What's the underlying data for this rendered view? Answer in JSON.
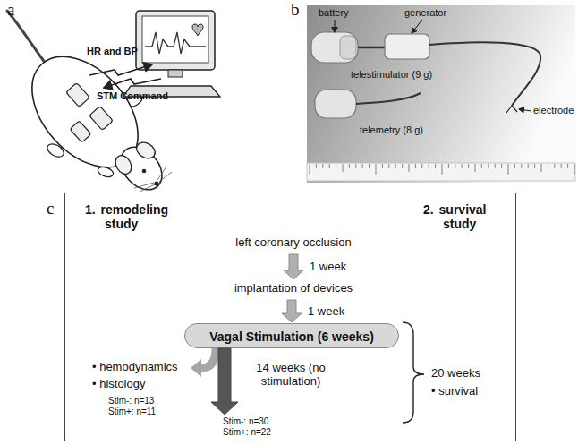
{
  "diagram": {
    "nodes": [
      {
        "text": [
          "1. remodeling study",
          "2. survival study"
        ]
      },
      {
        "text": [
          "left coronary occlusion"
        ],
        "in": 0
      },
      {
        "text": [
          "implantation of devices"
        ],
        "in": 0
      },
      {
        "text": [
          "Vagal Stimulation (6 weeks)"
        ],
        "in": 0
      },
      {
        "text": [
          "• hemodynamics",
          "• histology",
          "Stim-: n=13",
          "Stim+: n=11"
        ],
        "in": 0
      },
      {
        "text": [
          "Stim-: n=30",
          "Stim+: n=22"
        ],
        "in": 0
      }
    ],
    "edges": [
      {
        "from": 1,
        "to": 2,
        "label": "1 week",
        "arrow": "to"
      },
      {
        "from": 2,
        "to": 3,
        "label": "1 week",
        "arrow": "to"
      },
      {
        "from": 3,
        "to": 4,
        "arrow": "to"
      },
      {
        "from": 3,
        "to": 5,
        "label": "14 weeks (no stimulation)",
        "arrow": "to"
      }
    ],
    "labels": [
      "a",
      "HR and BP",
      "STM Command",
      "b",
      "battery",
      "generator",
      "telestimulator (9 g)",
      "telemetry (8 g)",
      "electrode",
      "c",
      "20 weeks",
      "• survival"
    ]
  }
}
